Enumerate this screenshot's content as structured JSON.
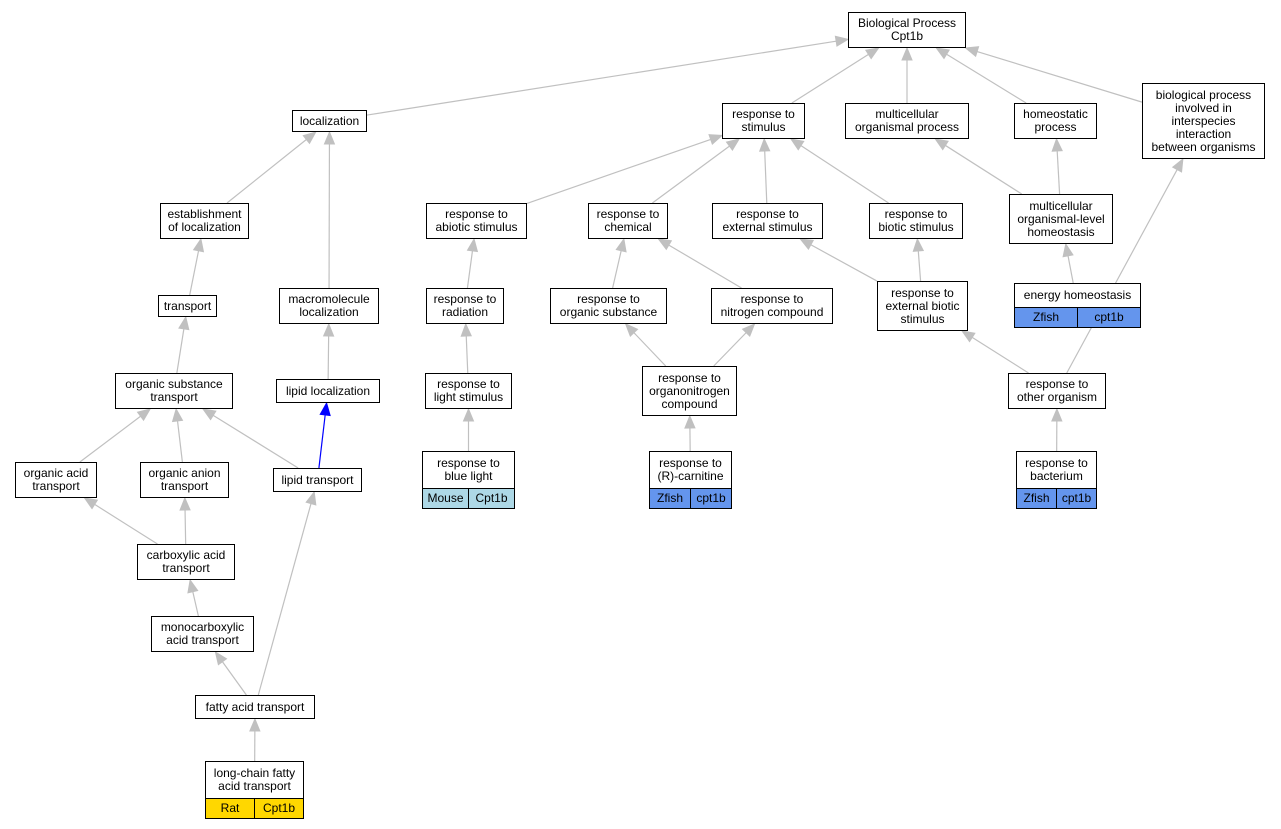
{
  "colors": {
    "edge": "#c0c0c0",
    "highlight_edge": "#0000ff",
    "Mouse": "#add8e6",
    "Zfish": "#6495ed",
    "Rat": "#ffd700"
  },
  "nodes": [
    {
      "id": "bp",
      "label": "Biological Process\nCpt1b"
    },
    {
      "id": "loc",
      "label": "localization"
    },
    {
      "id": "rts",
      "label": "response to\nstimulus"
    },
    {
      "id": "mop",
      "label": "multicellular\norganismal process"
    },
    {
      "id": "hp",
      "label": "homeostatic\nprocess"
    },
    {
      "id": "bpi",
      "label": "biological process\ninvolved in\ninterspecies\ninteraction\nbetween organisms"
    },
    {
      "id": "eol",
      "label": "establishment\nof localization"
    },
    {
      "id": "ras",
      "label": "response to\nabiotic stimulus"
    },
    {
      "id": "rch",
      "label": "response to\nchemical"
    },
    {
      "id": "res",
      "label": "response to\nexternal stimulus"
    },
    {
      "id": "rbs",
      "label": "response to\nbiotic stimulus"
    },
    {
      "id": "moh",
      "label": "multicellular\norganismal-level\nhomeostasis"
    },
    {
      "id": "tr",
      "label": "transport"
    },
    {
      "id": "mml",
      "label": "macromolecule\nlocalization"
    },
    {
      "id": "rrad",
      "label": "response to\nradiation"
    },
    {
      "id": "ros",
      "label": "response to\norganic substance"
    },
    {
      "id": "rnc",
      "label": "response to\nnitrogen compound"
    },
    {
      "id": "rebs",
      "label": "response to\nexternal biotic\nstimulus"
    },
    {
      "id": "eh",
      "label": "energy homeostasis",
      "tags": [
        "Zfish",
        "cpt1b"
      ]
    },
    {
      "id": "ost",
      "label": "organic substance\ntransport"
    },
    {
      "id": "ll",
      "label": "lipid localization"
    },
    {
      "id": "rls",
      "label": "response to\nlight stimulus"
    },
    {
      "id": "ronc",
      "label": "response to\norganonitrogen\ncompound"
    },
    {
      "id": "roo",
      "label": "response to\nother organism"
    },
    {
      "id": "oat",
      "label": "organic acid\ntransport"
    },
    {
      "id": "oant",
      "label": "organic anion\ntransport"
    },
    {
      "id": "lt",
      "label": "lipid transport"
    },
    {
      "id": "rbl",
      "label": "response to\nblue light",
      "tags": [
        "Mouse",
        "Cpt1b"
      ]
    },
    {
      "id": "rrc",
      "label": "response to\n(R)-carnitine",
      "tags": [
        "Zfish",
        "cpt1b"
      ]
    },
    {
      "id": "rbac",
      "label": "response to\nbacterium",
      "tags": [
        "Zfish",
        "cpt1b"
      ]
    },
    {
      "id": "cat",
      "label": "carboxylic acid\ntransport"
    },
    {
      "id": "mcat",
      "label": "monocarboxylic\nacid transport"
    },
    {
      "id": "fat",
      "label": "fatty acid transport"
    },
    {
      "id": "lcfat",
      "label": "long-chain fatty\nacid transport",
      "tags": [
        "Rat",
        "Cpt1b"
      ]
    }
  ],
  "edges": [
    {
      "from": "loc",
      "to": "bp"
    },
    {
      "from": "rts",
      "to": "bp"
    },
    {
      "from": "mop",
      "to": "bp"
    },
    {
      "from": "hp",
      "to": "bp"
    },
    {
      "from": "bpi",
      "to": "bp"
    },
    {
      "from": "eol",
      "to": "loc"
    },
    {
      "from": "mml",
      "to": "loc"
    },
    {
      "from": "ras",
      "to": "rts"
    },
    {
      "from": "rch",
      "to": "rts"
    },
    {
      "from": "res",
      "to": "rts"
    },
    {
      "from": "rbs",
      "to": "rts"
    },
    {
      "from": "moh",
      "to": "mop"
    },
    {
      "from": "moh",
      "to": "hp"
    },
    {
      "from": "tr",
      "to": "eol"
    },
    {
      "from": "ll",
      "to": "mml"
    },
    {
      "from": "rrad",
      "to": "ras"
    },
    {
      "from": "ros",
      "to": "rch"
    },
    {
      "from": "rnc",
      "to": "rch"
    },
    {
      "from": "rebs",
      "to": "res"
    },
    {
      "from": "rebs",
      "to": "rbs"
    },
    {
      "from": "eh",
      "to": "moh"
    },
    {
      "from": "ost",
      "to": "tr"
    },
    {
      "from": "rls",
      "to": "rrad"
    },
    {
      "from": "ronc",
      "to": "ros"
    },
    {
      "from": "ronc",
      "to": "rnc"
    },
    {
      "from": "roo",
      "to": "rebs"
    },
    {
      "from": "roo",
      "to": "bpi"
    },
    {
      "from": "oat",
      "to": "ost"
    },
    {
      "from": "oant",
      "to": "ost"
    },
    {
      "from": "lt",
      "to": "ost"
    },
    {
      "from": "lt",
      "to": "ll",
      "highlight": true
    },
    {
      "from": "rbl",
      "to": "rls"
    },
    {
      "from": "rrc",
      "to": "ronc"
    },
    {
      "from": "rbac",
      "to": "roo"
    },
    {
      "from": "cat",
      "to": "oat"
    },
    {
      "from": "cat",
      "to": "oant"
    },
    {
      "from": "mcat",
      "to": "cat"
    },
    {
      "from": "fat",
      "to": "mcat"
    },
    {
      "from": "fat",
      "to": "lt"
    },
    {
      "from": "lcfat",
      "to": "fat"
    }
  ]
}
